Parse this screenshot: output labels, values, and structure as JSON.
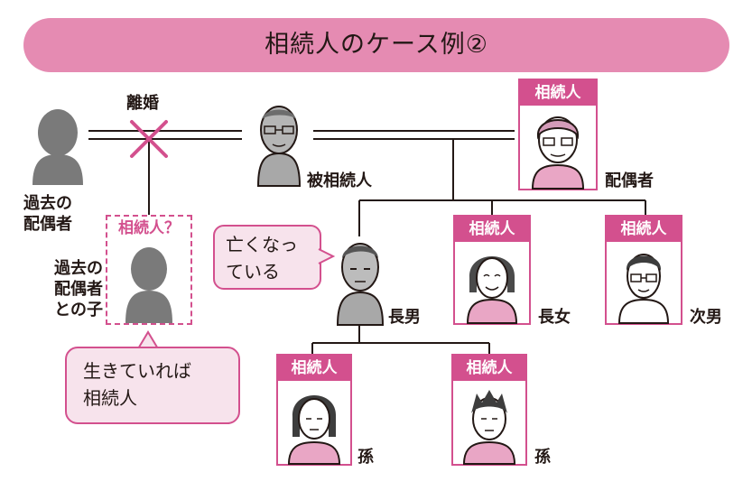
{
  "title": "相続人のケース例②",
  "divorce_label": "離婚",
  "heir_label": "相続人",
  "heir_question_label": "相続人？",
  "persons": {
    "past_spouse": "過去の\n配偶者",
    "decedent": "被相続人",
    "spouse": "配偶者",
    "past_child": "過去の\n配偶者\nとの子",
    "eldest_son": "長男",
    "eldest_daughter": "長女",
    "second_son": "次男",
    "grandchild1": "孫",
    "grandchild2": "孫"
  },
  "bubbles": {
    "deceased_note": "亡くなっ\nている",
    "alive_note": "生きていれば\n相続人"
  },
  "colors": {
    "title_bg": "#e58bb2",
    "accent": "#d3508e",
    "bubble_bg": "#f7e3ec",
    "silhouette": "#7a7a7a",
    "lines": "#231815"
  }
}
